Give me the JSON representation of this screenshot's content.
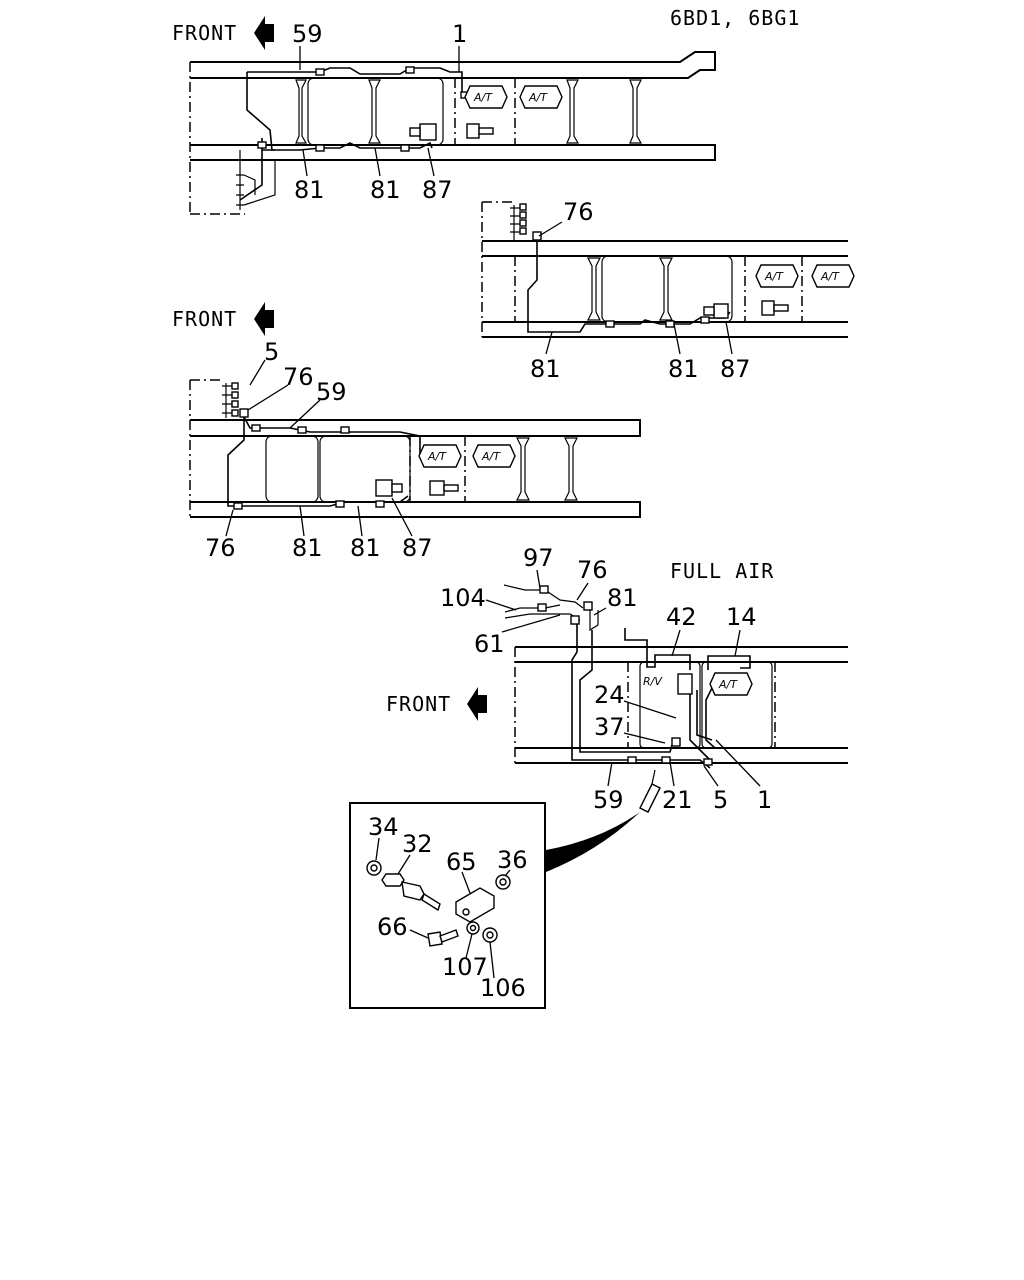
{
  "header": {
    "model_code": "6BD1, 6BG1"
  },
  "common": {
    "front_label": "FRONT",
    "at_label": "A/T",
    "rv_label": "R/V"
  },
  "view1": {
    "callouts": [
      "59",
      "1",
      "81",
      "81",
      "87"
    ]
  },
  "view2": {
    "callouts": [
      "76",
      "81",
      "81",
      "87"
    ]
  },
  "view3": {
    "callouts": [
      "5",
      "76",
      "59",
      "76",
      "81",
      "81",
      "87"
    ]
  },
  "view4": {
    "title": "FULL AIR",
    "callouts": [
      "97",
      "76",
      "104",
      "81",
      "61",
      "42",
      "14",
      "24",
      "37",
      "59",
      "21",
      "5",
      "1"
    ]
  },
  "detail": {
    "callouts": [
      "34",
      "32",
      "65",
      "36",
      "66",
      "107",
      "106"
    ]
  }
}
